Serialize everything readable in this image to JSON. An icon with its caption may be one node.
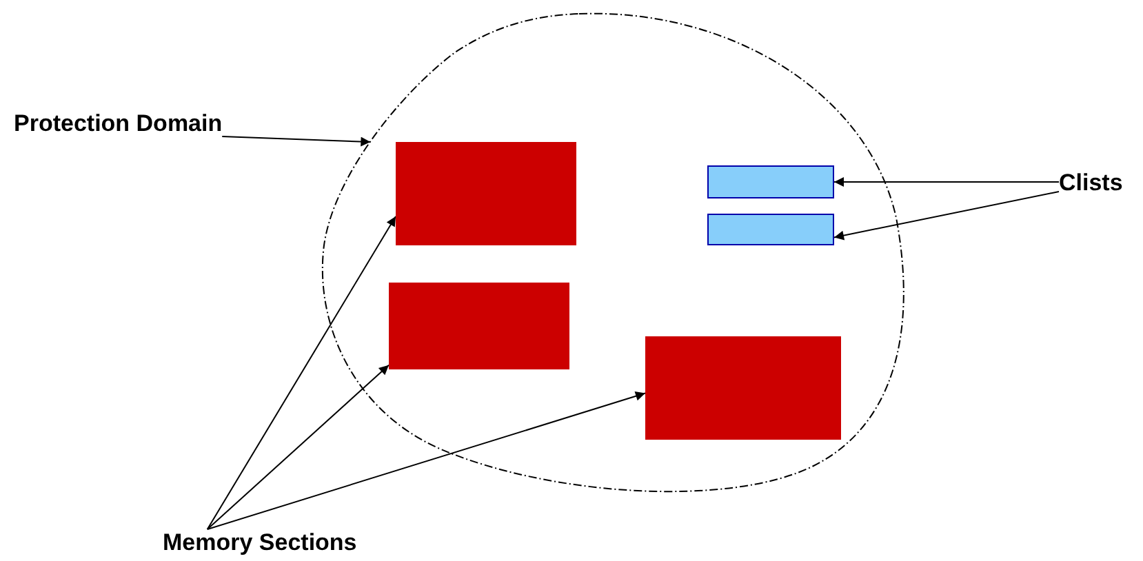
{
  "diagram": {
    "nodes": [
      {
        "text": [
          "Protection Domain"
        ]
      },
      {
        "text": [],
        "shape": "cloud"
      },
      {
        "text": [],
        "shape": "box",
        "in": 1
      },
      {
        "text": [],
        "shape": "box",
        "in": 1
      },
      {
        "text": [],
        "shape": "box",
        "in": 1
      },
      {
        "text": [],
        "shape": "box",
        "in": 1
      },
      {
        "text": [],
        "shape": "box",
        "in": 1
      },
      {
        "text": [
          "Clists"
        ]
      },
      {
        "text": [
          "Memory Sections"
        ]
      }
    ],
    "edges": [
      {
        "from": 0,
        "to": 1,
        "arrow": "to"
      },
      {
        "from": 7,
        "to": 5,
        "arrow": "to"
      },
      {
        "from": 7,
        "to": 6,
        "arrow": "to"
      },
      {
        "from": 8,
        "to": 2,
        "arrow": "to"
      },
      {
        "from": 8,
        "to": 3,
        "arrow": "to"
      },
      {
        "from": 8,
        "to": 4,
        "arrow": "to"
      }
    ]
  }
}
